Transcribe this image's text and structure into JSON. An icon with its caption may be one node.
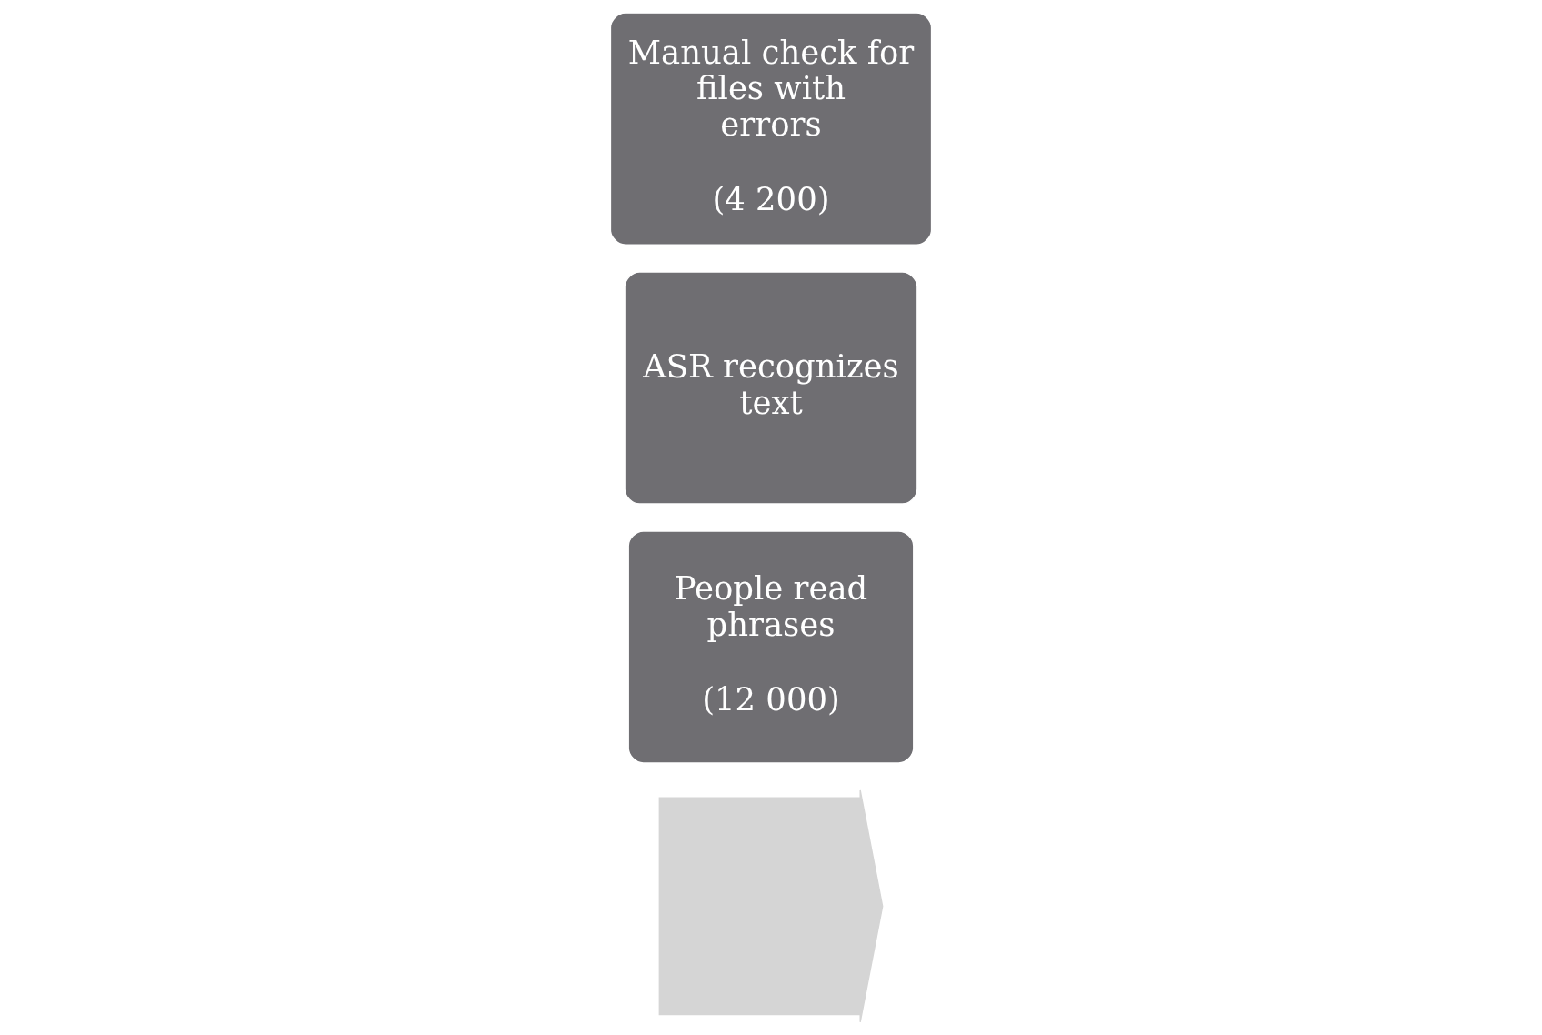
{
  "diagram": {
    "nodes": [
      {
        "text": [],
        "shape": "arrow"
      },
      {
        "text": [
          "People read phrases",
          "(12 000)"
        ]
      },
      {
        "text": [
          "ASR recognizes text"
        ]
      },
      {
        "text": [
          "Manual check for files with errors",
          "(4 200)"
        ]
      }
    ]
  }
}
